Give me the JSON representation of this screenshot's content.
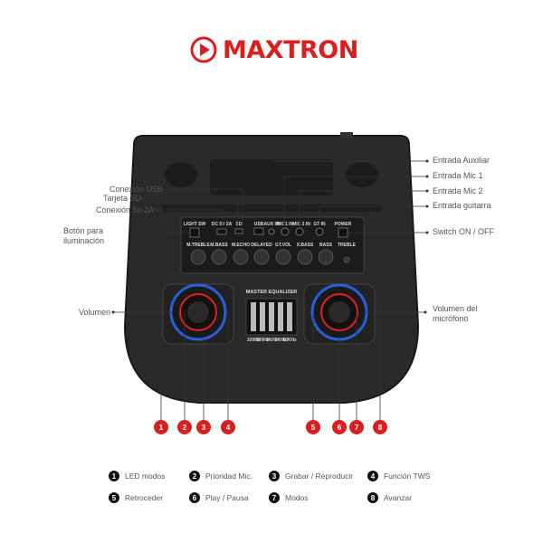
{
  "brand": {
    "name": "MAXTRON",
    "accent": "#d92020"
  },
  "labels_left": [
    {
      "id": "usb",
      "text": "Conexión USB"
    },
    {
      "id": "sd",
      "text": "Tarjeta SD"
    },
    {
      "id": "power5v",
      "text": "Conexión 5v-2A"
    },
    {
      "id": "light",
      "text": "Botón para\niluminación"
    },
    {
      "id": "volume",
      "text": "Volumen"
    }
  ],
  "labels_right": [
    {
      "id": "aux",
      "text": "Entrada Auxiliar"
    },
    {
      "id": "mic1",
      "text": "Entrada Mic 1"
    },
    {
      "id": "mic2",
      "text": "Entrada Mic 2"
    },
    {
      "id": "guitar",
      "text": "Entrada guitarra"
    },
    {
      "id": "switch",
      "text": "Switch ON / OFF"
    },
    {
      "id": "micvol",
      "text": "Volumen del\nmicrófono"
    }
  ],
  "panel": {
    "port_labels": [
      "LIGHT SW",
      "DC 5V 2A",
      "SD",
      "USB",
      "AUX IN",
      "MIC1 IN",
      "MIC 2 IN",
      "GT IN",
      "POWER"
    ],
    "knob_labels": [
      "M.TREBLE",
      "M.BASS",
      "M.ECHO",
      "DELAYED",
      "GT.VOL",
      "X.BASS",
      "BASS",
      "TREBLE"
    ],
    "eq_title": "MASTER EQUALIZER",
    "eq_bands": [
      "100Hz",
      "300Hz",
      "1KHz",
      "3KHz",
      "10KHz"
    ]
  },
  "callouts": [
    "1",
    "2",
    "3",
    "4",
    "5",
    "6",
    "7",
    "8"
  ],
  "legend": [
    {
      "num": "1",
      "text": "LED modos"
    },
    {
      "num": "2",
      "text": "Prioridad Mic."
    },
    {
      "num": "3",
      "text": "Grabar / Reproducir"
    },
    {
      "num": "4",
      "text": "Función TWS"
    },
    {
      "num": "5",
      "text": "Retroceder"
    },
    {
      "num": "6",
      "text": "Play / Pausa"
    },
    {
      "num": "7",
      "text": "Modos"
    },
    {
      "num": "8",
      "text": "Avanzar"
    }
  ]
}
